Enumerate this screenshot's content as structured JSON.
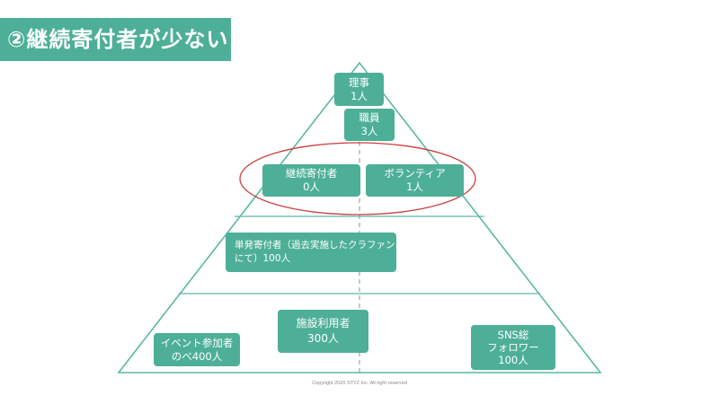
{
  "title": "②継続寄付者が少ない",
  "colors": {
    "accent": "#4daf97",
    "pyramid_line": "#5bb8a4",
    "highlight_ellipse": "#c94040",
    "divider": "#7a9aa0"
  },
  "boxes": {
    "board": {
      "line1": "理事",
      "line2": "1人"
    },
    "staff": {
      "line1": "職員",
      "line2": "3人"
    },
    "continuous_donors": {
      "line1": "継続寄付者",
      "line2": "0人"
    },
    "volunteers": {
      "line1": "ボランティア",
      "line2": "1人"
    },
    "single_donors": {
      "line1": "単発寄付者（過去実施したクラファン",
      "line2": "にて）100人"
    },
    "facility_users": {
      "line1": "施設利用者",
      "line2": "300人"
    },
    "event_participants": {
      "line1": "イベント参加者",
      "line2": "のべ400人"
    },
    "sns_followers": {
      "line1": "SNS総",
      "line2": "フォロワー",
      "line3": "100人"
    }
  },
  "copyright": "Copyright 2020 STYZ Inc. All right reserved"
}
